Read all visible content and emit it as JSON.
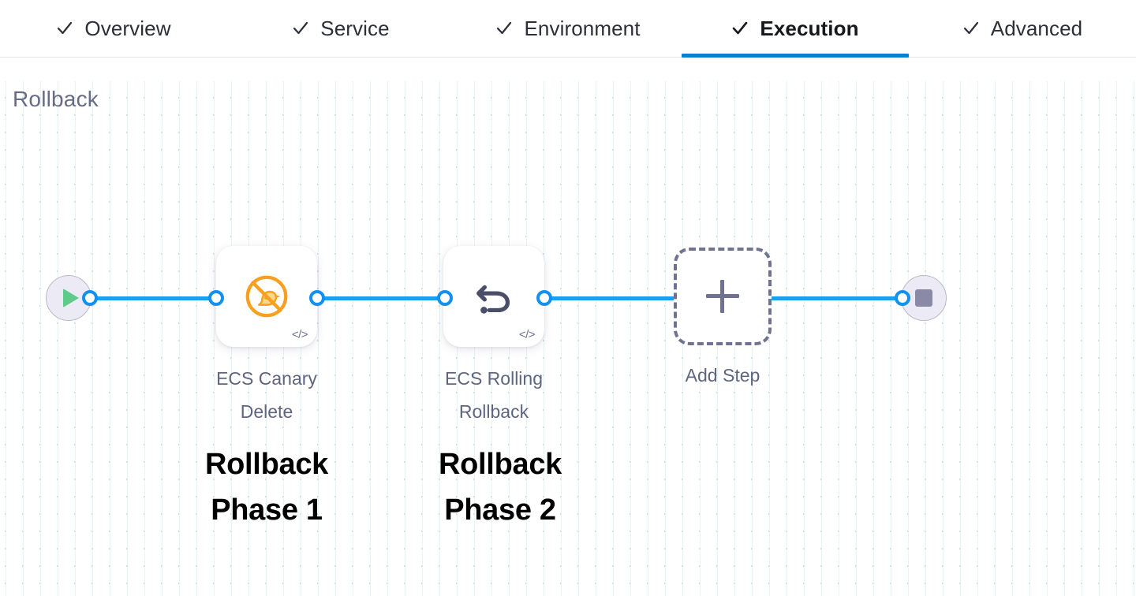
{
  "tabs": [
    {
      "label": "Overview",
      "icon": "check-icon",
      "active": false
    },
    {
      "label": "Service",
      "icon": "check-icon",
      "active": false
    },
    {
      "label": "Environment",
      "icon": "check-icon",
      "active": false
    },
    {
      "label": "Execution",
      "icon": "check-icon",
      "active": true
    },
    {
      "label": "Advanced",
      "icon": "check-icon",
      "active": false
    }
  ],
  "stage": {
    "title": "Rollback"
  },
  "pipeline": {
    "start_node": {
      "icon": "play-icon",
      "name": "start-node"
    },
    "end_node": {
      "icon": "stop-icon",
      "name": "end-node"
    },
    "steps": [
      {
        "label": "ECS Canary\nDelete",
        "icon": "ecs-canary-delete-icon",
        "badge": "</>",
        "annotation": "Rollback\nPhase 1"
      },
      {
        "label": "ECS Rolling\nRollback",
        "icon": "rollback-undo-icon",
        "badge": "</>",
        "annotation": "Rollback\nPhase 2"
      }
    ],
    "add_step": {
      "label": "Add Step",
      "icon": "plus-icon"
    }
  },
  "colors": {
    "accent_blue": "#0b7fd4",
    "connector_blue": "#19a0f0",
    "canary_orange": "#f5a623",
    "node_slate": "#4a4e69",
    "label_slate": "#60657f",
    "terminal_fill": "#ecebf5",
    "play_green": "#5ecb8a",
    "stop_grey": "#8a89a6"
  }
}
